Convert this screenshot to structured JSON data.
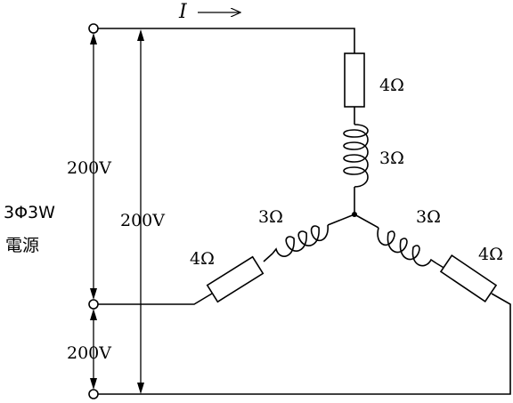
{
  "diagram": {
    "source_label_line1": "3Φ3W",
    "source_label_line2": "電源",
    "current_label": "I",
    "voltage_labels": {
      "line_voltage_upper": "200V",
      "line_voltage_full": "200V",
      "line_voltage_lower": "200V"
    },
    "impedances": {
      "top_resistor": "4Ω",
      "top_inductor": "3Ω",
      "left_inductor": "3Ω",
      "left_resistor": "4Ω",
      "right_inductor": "3Ω",
      "right_resistor": "4Ω"
    }
  }
}
